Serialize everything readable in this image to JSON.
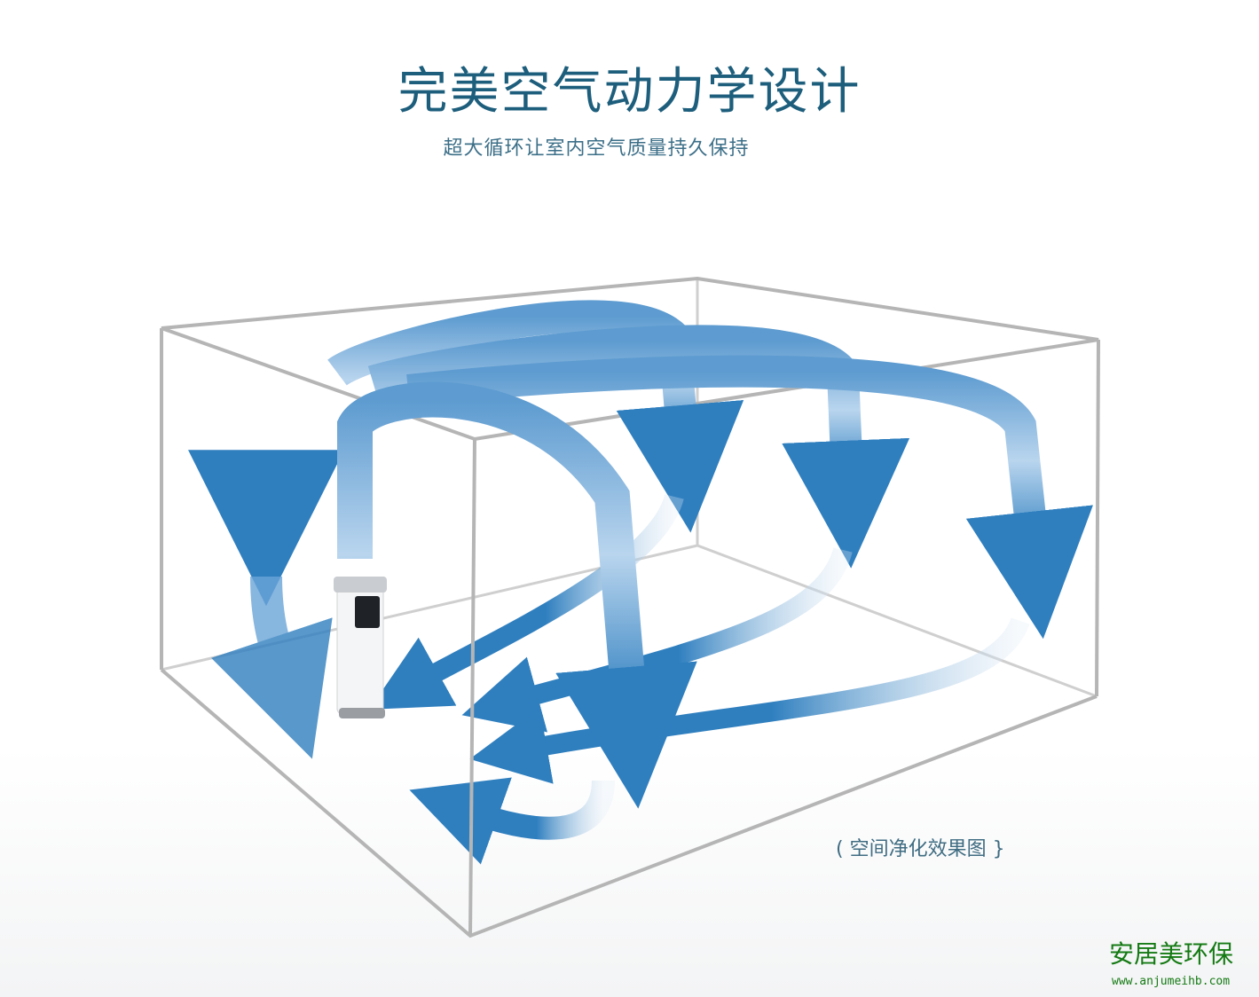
{
  "header": {
    "title": "完美空气动力学设计",
    "subtitle": "超大循环让室内空气质量持久保持"
  },
  "diagram": {
    "caption": "( 空间净化效果图 }"
  },
  "watermark": {
    "name": "安居美环保",
    "url": "www.anjumeihb.com"
  },
  "colors": {
    "title": "#1d5e7c",
    "arrow": "#2f7fbf",
    "box": "#b3b3b3",
    "watermark": "#157a14"
  }
}
